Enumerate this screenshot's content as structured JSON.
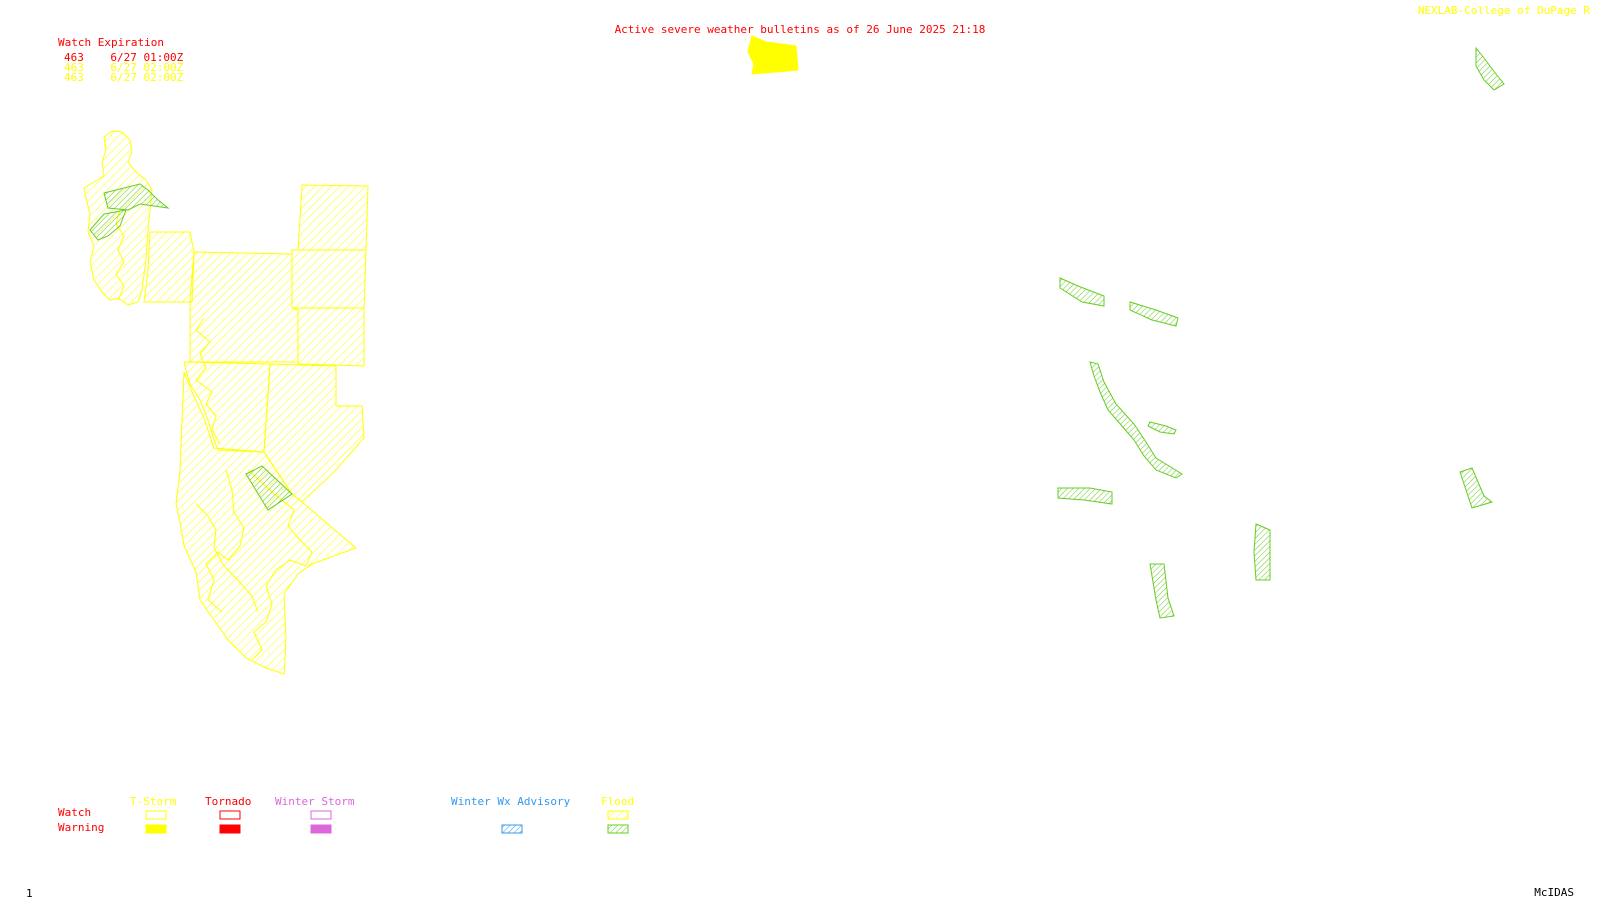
{
  "title": "Active severe weather bulletins as of 26 June 2025 21:18",
  "credit": "NEXLAB-College of DuPage R",
  "watch_table": {
    "header": "Watch Expiration",
    "rows": [
      {
        "id": "463",
        "expires": "6/27 01:00Z",
        "color": "#ff0000"
      },
      {
        "id": "463",
        "expires": "6/27 02:00Z",
        "color": "#ffff00"
      },
      {
        "id": "463",
        "expires": "6/27 02:00Z",
        "color": "#ffff00"
      }
    ]
  },
  "legend": {
    "row_watch": "Watch",
    "row_warning": "Warning",
    "types": [
      {
        "label": "T-Storm",
        "color": "#ffff00",
        "warning_fill": "solid"
      },
      {
        "label": "Tornado",
        "color": "#ff0000",
        "warning_fill": "solid"
      },
      {
        "label": "Winter Storm",
        "color": "#dd66dd",
        "warning_fill": "solid"
      },
      {
        "label": "Winter Wx Advisory",
        "color": "#3399ee",
        "warning_fill": "hatch"
      },
      {
        "label": "Flood",
        "color": "#ffff00",
        "warning_color": "#66cc22",
        "warning_fill": "hatch"
      }
    ]
  },
  "colors": {
    "tstorm_watch": "#ffff00",
    "flood_warning": "#66cc22",
    "title_text": "#ff0000",
    "background": "#ffffff"
  },
  "footer": {
    "left": "1",
    "right": "McIDAS"
  }
}
